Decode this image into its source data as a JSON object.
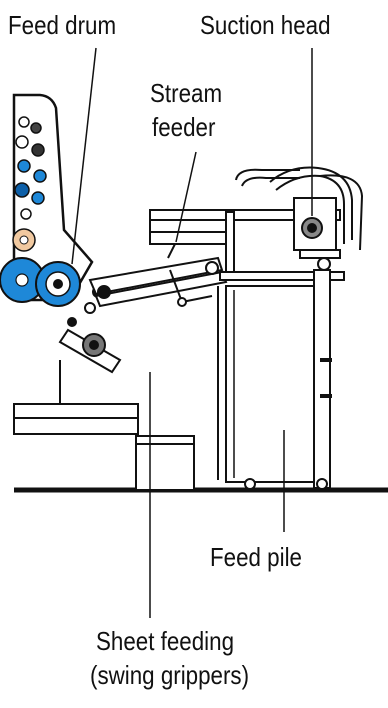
{
  "labels": {
    "feed_drum": "Feed drum",
    "suction_head": "Suction head",
    "stream_feeder_line1": "Stream",
    "stream_feeder_line2": "feeder",
    "feed_pile": "Feed pile",
    "sheet_feeding_line1": "Sheet feeding",
    "sheet_feeding_line2": "(swing grippers)"
  },
  "colors": {
    "line": "#111111",
    "accent_blue": "#1e88d8",
    "accent_blue_dark": "#0d5fa8",
    "skin": "#f1c9a0",
    "gray": "#8a8a8a",
    "background": "#ffffff"
  }
}
